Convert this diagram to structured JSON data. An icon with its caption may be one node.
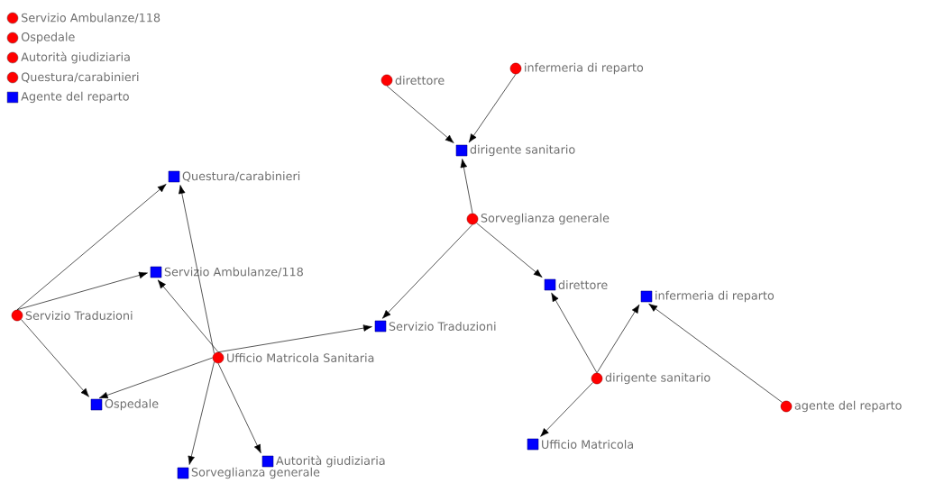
{
  "diagram": {
    "nodes": [
      {
        "text": [],
        "shape": "circle",
        "beside": [
          "Servizio Traduzioni"
        ]
      },
      {
        "text": [],
        "shape": "box",
        "beside": [
          "Questura/carabinieri"
        ]
      },
      {
        "text": [],
        "shape": "box",
        "beside": [
          "Servizio Ambulanze/118"
        ]
      },
      {
        "text": [],
        "shape": "circle",
        "beside": [
          "Ufficio Matricola Sanitaria"
        ]
      },
      {
        "text": [],
        "shape": "box",
        "beside": [
          "Ospedale"
        ]
      },
      {
        "text": [],
        "shape": "box",
        "beside": [
          "Sorveglianza generale"
        ]
      },
      {
        "text": [],
        "shape": "box",
        "beside": [
          "Autorità giudiziaria"
        ]
      },
      {
        "text": [],
        "shape": "box",
        "beside": [
          "Servizio Traduzioni"
        ]
      },
      {
        "text": [],
        "shape": "circle",
        "beside": [
          "direttore"
        ]
      },
      {
        "text": [],
        "shape": "circle",
        "beside": [
          "infermeria di reparto"
        ]
      },
      {
        "text": [],
        "shape": "box",
        "beside": [
          "dirigente sanitario"
        ]
      },
      {
        "text": [],
        "shape": "circle",
        "beside": [
          "Sorveglianza generale"
        ]
      },
      {
        "text": [],
        "shape": "box",
        "beside": [
          "direttore"
        ]
      },
      {
        "text": [],
        "shape": "box",
        "beside": [
          "infermeria di reparto"
        ]
      },
      {
        "text": [],
        "shape": "circle",
        "beside": [
          "dirigente sanitario"
        ]
      },
      {
        "text": [],
        "shape": "circle",
        "beside": [
          "agente del reparto"
        ]
      },
      {
        "text": [],
        "shape": "box",
        "beside": [
          "Ufficio Matricola"
        ]
      }
    ],
    "edges": [
      {
        "from": 0,
        "to": 1,
        "arrow": "to"
      },
      {
        "from": 0,
        "to": 2,
        "arrow": "to"
      },
      {
        "from": 0,
        "to": 4,
        "arrow": "to"
      },
      {
        "from": 3,
        "to": 1,
        "arrow": "to"
      },
      {
        "from": 3,
        "to": 2,
        "arrow": "to"
      },
      {
        "from": 3,
        "to": 4,
        "arrow": "to"
      },
      {
        "from": 3,
        "to": 5,
        "arrow": "to"
      },
      {
        "from": 3,
        "to": 6,
        "arrow": "to"
      },
      {
        "from": 3,
        "to": 7,
        "arrow": "to"
      },
      {
        "from": 8,
        "to": 10,
        "arrow": "to"
      },
      {
        "from": 9,
        "to": 10,
        "arrow": "to"
      },
      {
        "from": 11,
        "to": 10,
        "arrow": "to"
      },
      {
        "from": 11,
        "to": 7,
        "arrow": "to"
      },
      {
        "from": 11,
        "to": 12,
        "arrow": "to"
      },
      {
        "from": 14,
        "to": 12,
        "arrow": "to"
      },
      {
        "from": 14,
        "to": 13,
        "arrow": "to"
      },
      {
        "from": 15,
        "to": 13,
        "arrow": "to"
      },
      {
        "from": 14,
        "to": 16,
        "arrow": "to"
      }
    ],
    "legend": [
      {
        "text": "Servizio Ambulanze/118",
        "color": "#ff0000"
      },
      {
        "text": "Ospedale",
        "color": "#ff0000"
      },
      {
        "text": "Autorità giudiziaria",
        "color": "#ff0000"
      },
      {
        "text": "Questura/carabinieri",
        "color": "#ff0000"
      },
      {
        "text": "Agente del reparto",
        "color": "#0000ff"
      }
    ]
  }
}
